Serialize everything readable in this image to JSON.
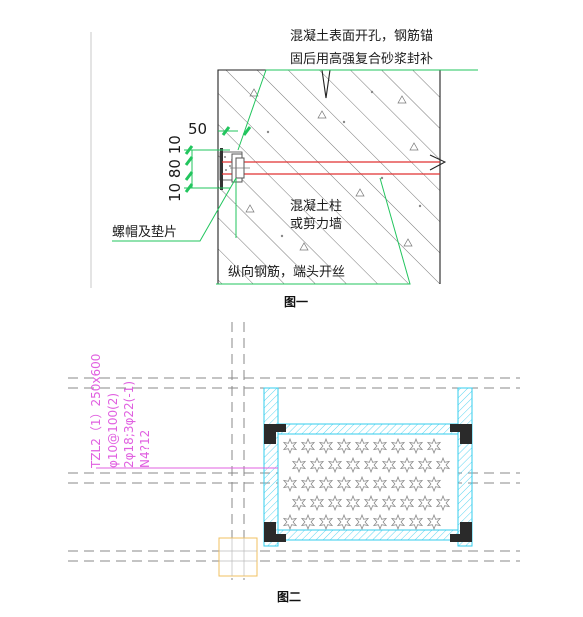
{
  "figure1": {
    "caption": "图一",
    "labels": {
      "hole_line1": "混凝土表面开孔，钢筋锚",
      "hole_line2": "固后用高强复合砂浆封补",
      "dim_50": "50",
      "dim_vertical": "10 80 10",
      "column_line1": "混凝土柱",
      "column_line2": "或剪力墙",
      "nut": "螺帽及垫片",
      "rebar": "纵向钢筋，端头开丝"
    }
  },
  "figure2": {
    "caption": "图二",
    "annotation": [
      "TZL2（1）250x600",
      "φ10@100(2)",
      "2φ18;3φ22(-1)",
      "N4?12"
    ]
  },
  "colors": {
    "line": "#1a1a1a",
    "leader": "#22c55e",
    "rebar": "#e03030",
    "hatch": "#33ccee",
    "annotation": "#e060e0",
    "corner": "#2a2a2a",
    "node": "#f0c060"
  }
}
